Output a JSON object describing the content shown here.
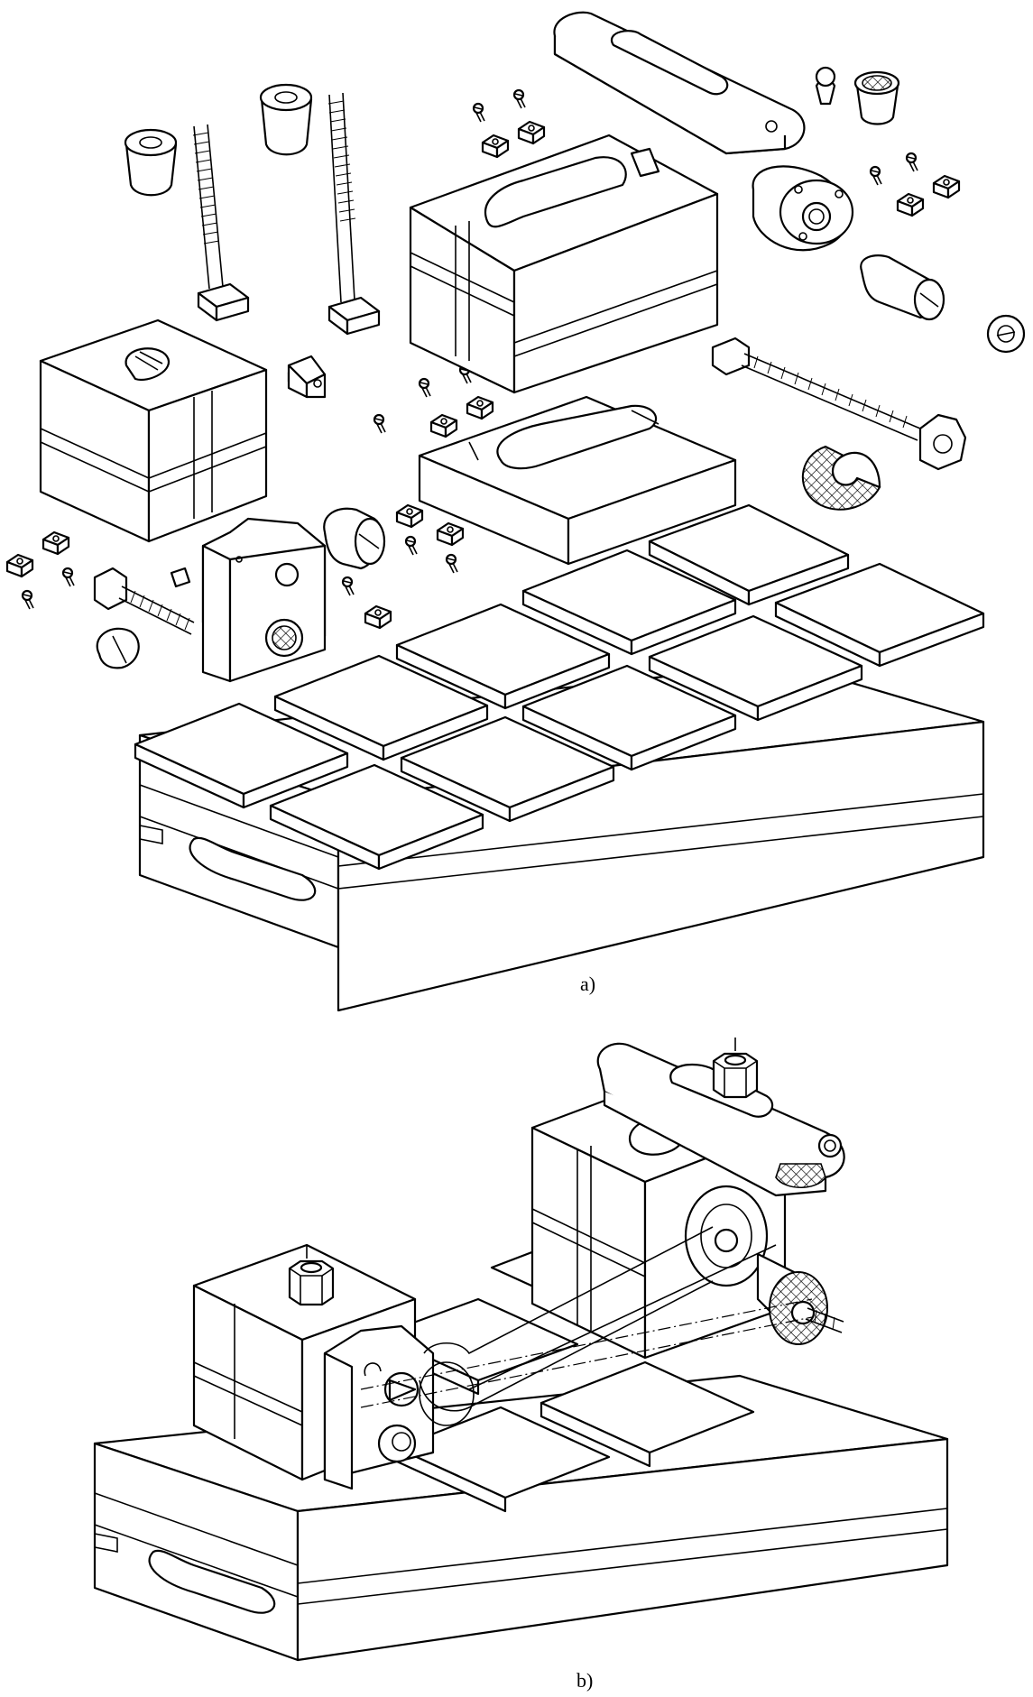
{
  "figure": {
    "parts": [
      {
        "label": "a)",
        "name": "exploded-view"
      },
      {
        "label": "b)",
        "name": "assembled-view"
      }
    ]
  },
  "colors": {
    "line": "#000000",
    "background": "#ffffff"
  }
}
